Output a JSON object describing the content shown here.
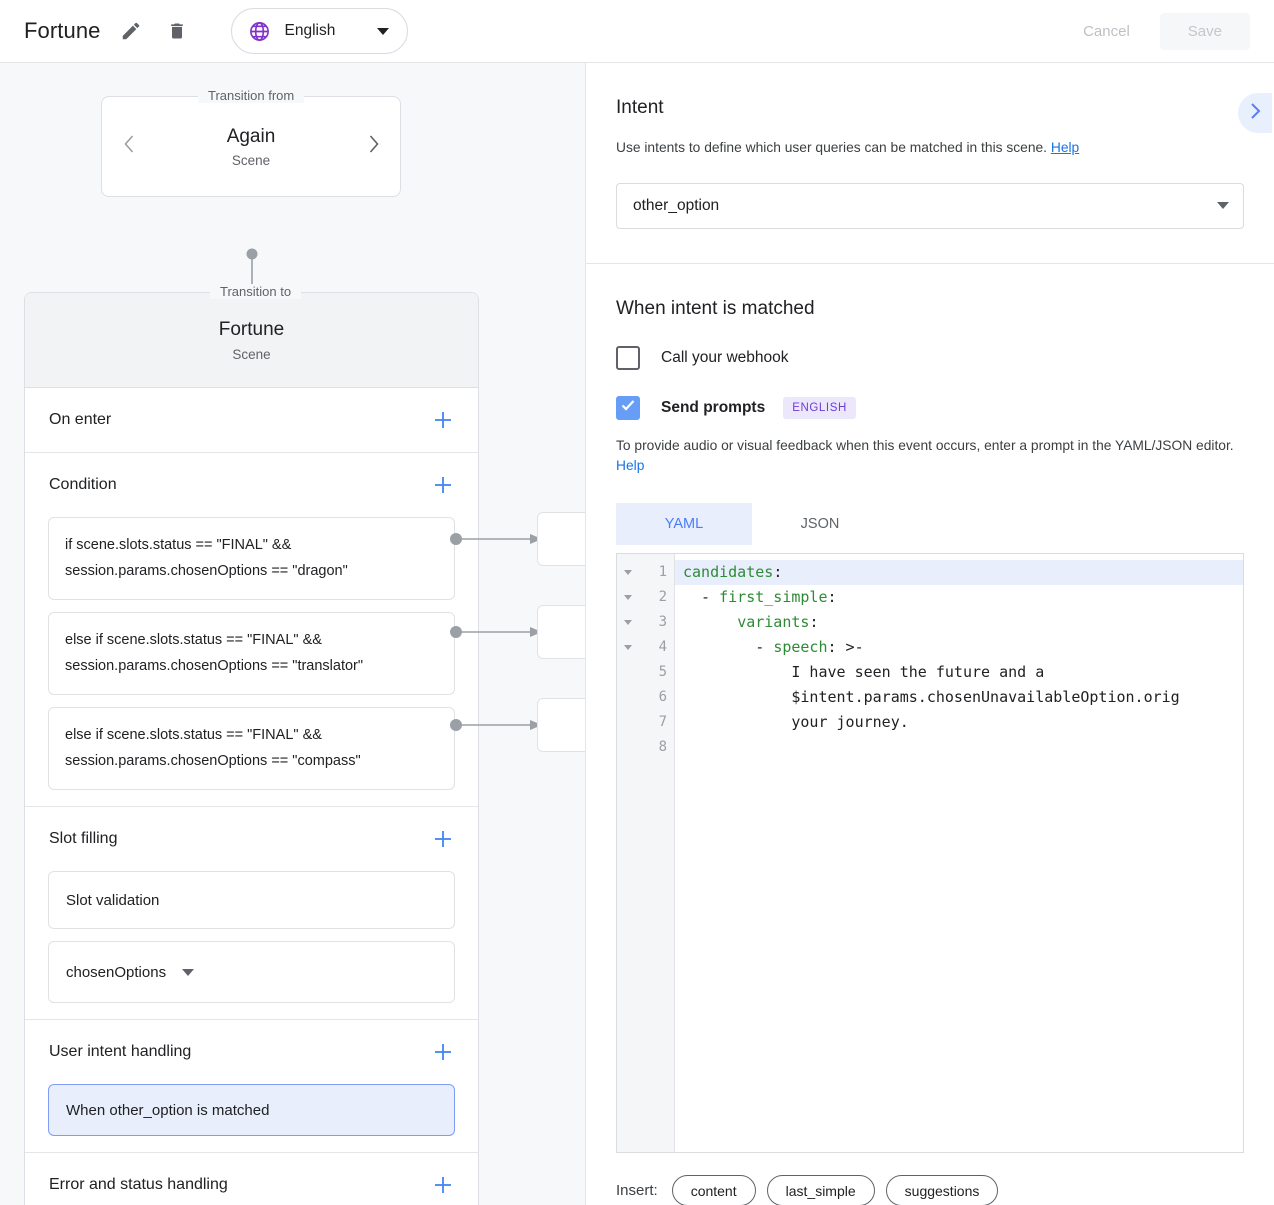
{
  "header": {
    "title": "Fortune",
    "edit_icon": "pencil-icon",
    "delete_icon": "trash-icon",
    "language": "English",
    "globe_icon": "globe-icon",
    "cancel_label": "Cancel",
    "save_label": "Save"
  },
  "graph": {
    "transition_from": {
      "legend": "Transition from",
      "name": "Again",
      "type": "Scene",
      "prev_icon": "chevron-left-icon",
      "next_icon": "chevron-right-icon"
    },
    "transition_to": {
      "legend": "Transition to",
      "name": "Fortune",
      "type": "Scene"
    },
    "sections": [
      {
        "title": "On enter",
        "add_icon": "plus-icon"
      },
      {
        "title": "Condition",
        "add_icon": "plus-icon"
      },
      {
        "title": "Slot filling",
        "add_icon": "plus-icon"
      },
      {
        "title": "User intent handling",
        "add_icon": "plus-icon"
      },
      {
        "title": "Error and status handling",
        "add_icon": "plus-icon"
      }
    ],
    "conditions": [
      {
        "line1": "if scene.slots.status == \"FINAL\" &&",
        "line2": "session.params.chosenOptions == \"dragon\""
      },
      {
        "line1": "else if scene.slots.status == \"FINAL\" &&",
        "line2": "session.params.chosenOptions == \"translator\""
      },
      {
        "line1": "else if scene.slots.status == \"FINAL\" &&",
        "line2": "session.params.chosenOptions == \"compass\""
      }
    ],
    "slot_filling": {
      "validation_label": "Slot validation",
      "slot_name": "chosenOptions"
    },
    "user_intent": {
      "selected_item": "When other_option is matched"
    }
  },
  "details": {
    "collapse_icon": "chevron-right-icon",
    "intent": {
      "title": "Intent",
      "description": "Use intents to define which user queries can be matched in this scene.",
      "help_label": "Help",
      "selected_value": "other_option"
    },
    "when_matched": {
      "title": "When intent is matched",
      "webhook_label": "Call your webhook",
      "webhook_checked": false,
      "prompts_label": "Send prompts",
      "prompts_checked": true,
      "language_badge": "ENGLISH",
      "description": "To provide audio or visual feedback when this event occurs, enter a prompt in the YAML/JSON editor.",
      "help_label": "Help",
      "tabs": [
        {
          "label": "YAML",
          "active": true
        },
        {
          "label": "JSON",
          "active": false
        }
      ]
    },
    "editor": {
      "lines": [
        {
          "no": "1",
          "fold": true,
          "highlight": true,
          "text": "candidates:",
          "key": "candidates",
          "indent": ""
        },
        {
          "no": "2",
          "fold": true,
          "highlight": false,
          "text": "  - first_simple:",
          "key": "first_simple",
          "indent": "  - "
        },
        {
          "no": "3",
          "fold": true,
          "highlight": false,
          "text": "      variants:",
          "key": "variants",
          "indent": "      "
        },
        {
          "no": "4",
          "fold": true,
          "highlight": false,
          "text": "        - speech: >-",
          "key": "speech",
          "indent": "        - "
        },
        {
          "no": "5",
          "fold": false,
          "highlight": false,
          "text": "            I have seen the future and a"
        },
        {
          "no": "6",
          "fold": false,
          "highlight": false,
          "text": "            $intent.params.chosenUnavailableOption.orig"
        },
        {
          "no": "7",
          "fold": false,
          "highlight": false,
          "text": "            your journey."
        },
        {
          "no": "8",
          "fold": false,
          "highlight": false,
          "text": ""
        }
      ]
    },
    "insert": {
      "label": "Insert:",
      "chips": [
        "content",
        "last_simple",
        "suggestions"
      ]
    }
  },
  "colors": {
    "accent_blue": "#1a73e8",
    "checkbox_blue": "#669df6",
    "badge_purple": "#6b3fd4",
    "yaml_key_green": "#2e8b35"
  }
}
